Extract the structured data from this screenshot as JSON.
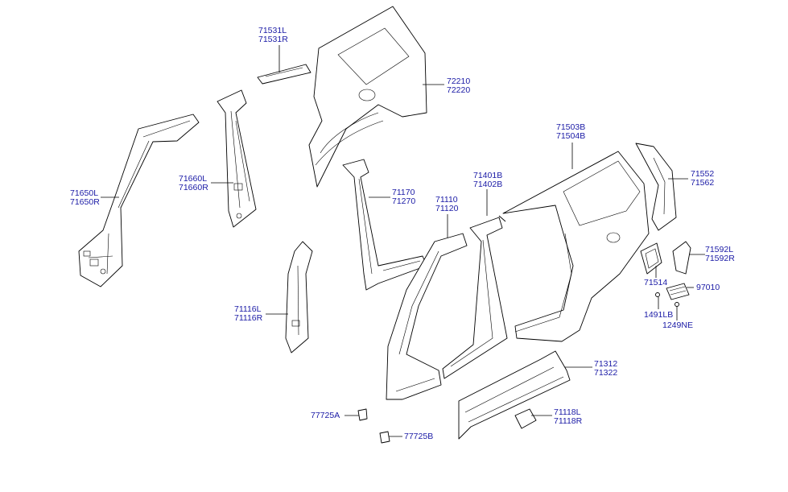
{
  "labels": {
    "p71531": [
      "71531L",
      "71531R"
    ],
    "p72210": [
      "72210",
      "72220"
    ],
    "p71650": [
      "71650L",
      "71650R"
    ],
    "p71660": [
      "71660L",
      "71660R"
    ],
    "p71170": [
      "71170",
      "71270"
    ],
    "p71110": [
      "71110",
      "71120"
    ],
    "p71401": [
      "71401B",
      "71402B"
    ],
    "p71503": [
      "71503B",
      "71504B"
    ],
    "p71552": [
      "71552",
      "71562"
    ],
    "p71592": [
      "71592L",
      "71592R"
    ],
    "p71514": "71514",
    "p97010": "97010",
    "p1491": "1491LB",
    "p1249": "1249NE",
    "p71116": [
      "71116L",
      "71116R"
    ],
    "p71312": [
      "71312",
      "71322"
    ],
    "p71118": [
      "71118L",
      "71118R"
    ],
    "p77725a": "77725A",
    "p77725b": "77725B"
  },
  "colors": {
    "label_text": "#1a1aa6",
    "line": "#000000",
    "background": "#ffffff"
  }
}
